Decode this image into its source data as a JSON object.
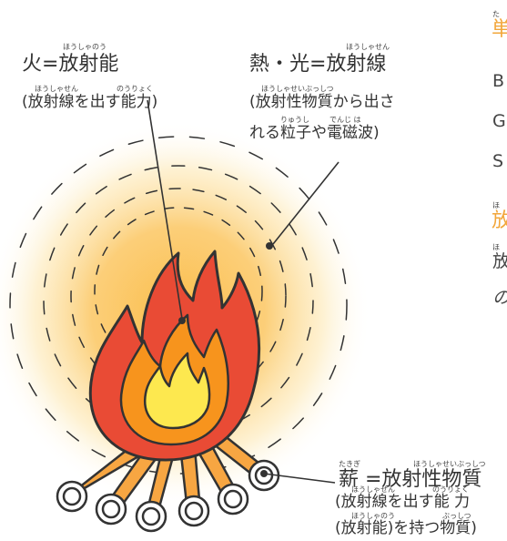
{
  "colors": {
    "glow": "#fbbd4a",
    "flame_outer": "#e94b35",
    "flame_mid": "#f7941d",
    "flame_inner": "#fde84f",
    "wood": "#f7a642",
    "wood_end": "#ffffff",
    "outline": "#333333",
    "accent": "#f2a63a"
  },
  "labels": {
    "fire": {
      "main": "火=放射能",
      "ruby": "ほうしゃのう",
      "sub": "(放射線を出す能力)",
      "sub_ruby_a": "ほうしゃせん",
      "sub_ruby_b": "のうりょく"
    },
    "heat": {
      "main": "熱・光=放射線",
      "ruby": "ほうしゃせん",
      "sub1": "(放射性物質から出さ",
      "sub1_ruby": "ほうしゃせいぶっしつ",
      "sub2": "れる粒子や電磁波)",
      "sub2_ruby_a": "りゅうし",
      "sub2_ruby_b": "でんじ は"
    },
    "wood": {
      "main": "薪 =放射性物質",
      "ruby_a": "たきぎ",
      "ruby_b": "ほうしゃせいぶっしつ",
      "sub1": "(放射線を出す能 力",
      "sub1_ruby_a": "ほうしゃせん",
      "sub1_ruby_b": "のうりょく",
      "sub2": "(放射能)を持つ物質)",
      "sub2_ruby_a": "ほうしゃのう",
      "sub2_ruby_b": "ぶっしつ"
    }
  },
  "side_panel": {
    "heading1_ruby": "た",
    "heading1": "単",
    "line_b": "B",
    "line_g": "G",
    "line_s": "S",
    "heading2_ruby": "ほ",
    "heading2": "放",
    "line_body_ruby": "ほ",
    "line_body": "放",
    "line_italic": "の"
  }
}
